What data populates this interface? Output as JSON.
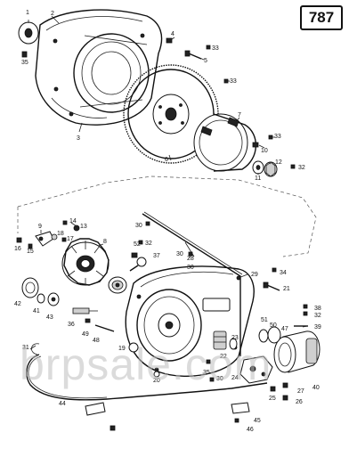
{
  "diagram_number": "787",
  "watermark": "brpsale.com",
  "callouts": {
    "c1": "1",
    "c2": "2",
    "c3": "3",
    "c4": "4",
    "c5": "5",
    "c6": "6",
    "c7": "7",
    "c8": "8",
    "c9": "9",
    "c10": "10",
    "c11": "11",
    "c12": "12",
    "c13": "13",
    "c14": "14",
    "c15": "15",
    "c16": "16",
    "c17": "17",
    "c18": "18",
    "c19": "19",
    "c20": "20",
    "c21": "21",
    "c22": "22",
    "c23": "23",
    "c24": "24",
    "c25": "25",
    "c26": "26",
    "c27": "27",
    "c28": "28",
    "c29": "29",
    "c30a": "30",
    "c30b": "30",
    "c30c": "30",
    "c31": "31",
    "c32a": "32",
    "c32b": "32",
    "c32c": "32",
    "c33a": "33",
    "c33b": "33",
    "c33c": "33",
    "c34": "34",
    "c35": "35",
    "c36": "36",
    "c37": "37",
    "c38": "38",
    "c39": "39",
    "c40": "40",
    "c41": "41",
    "c42": "42",
    "c43": "43",
    "c44": "44",
    "c45": "45",
    "c46": "46",
    "c47": "47",
    "c48": "48",
    "c49": "49",
    "c50": "50",
    "c51": "51",
    "c52": "52",
    "c30d": "30",
    "c35b": "35"
  }
}
